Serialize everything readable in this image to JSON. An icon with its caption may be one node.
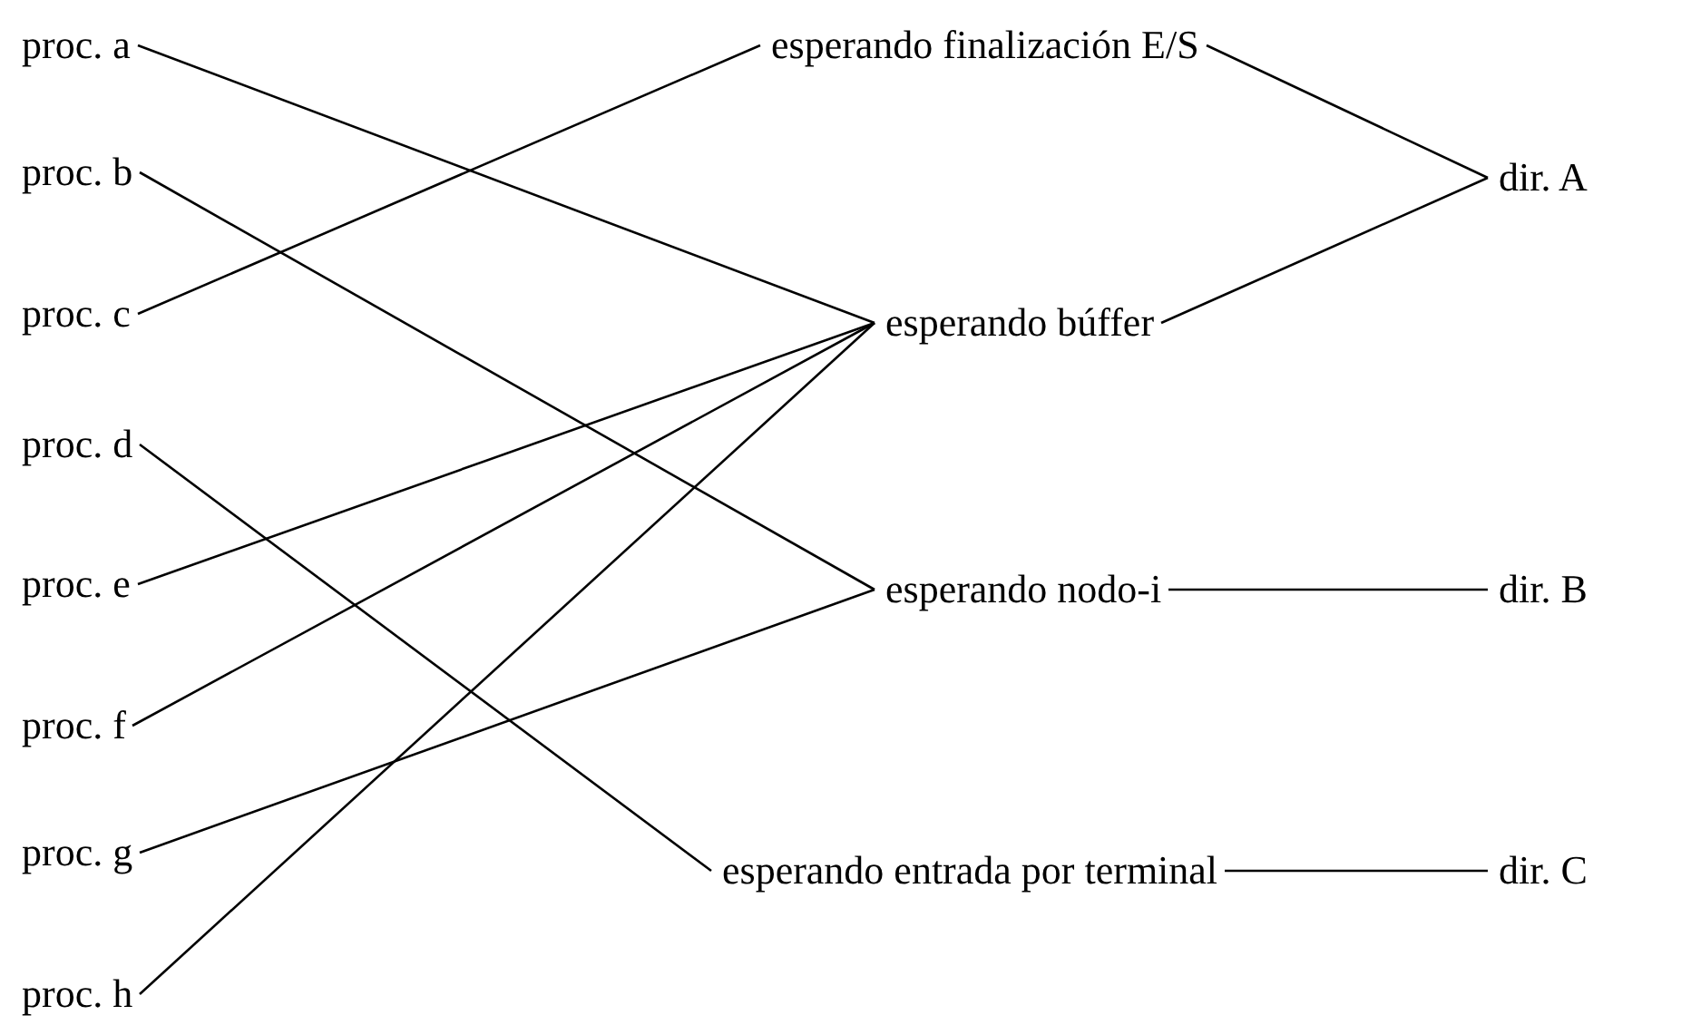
{
  "diagram": {
    "nodes": [
      {
        "text": [
          "proc. a"
        ]
      },
      {
        "text": [
          "proc. b"
        ]
      },
      {
        "text": [
          "proc. c"
        ]
      },
      {
        "text": [
          "proc. d"
        ]
      },
      {
        "text": [
          "proc. e"
        ]
      },
      {
        "text": [
          "proc. f"
        ]
      },
      {
        "text": [
          "proc. g"
        ]
      },
      {
        "text": [
          "proc. h"
        ]
      },
      {
        "text": [
          "esperando finalización E/S"
        ]
      },
      {
        "text": [
          "esperando búffer"
        ]
      },
      {
        "text": [
          "esperando nodo-i"
        ]
      },
      {
        "text": [
          "esperando entrada por terminal"
        ]
      },
      {
        "text": [
          "dir. A"
        ]
      },
      {
        "text": [
          "dir. B"
        ]
      },
      {
        "text": [
          "dir. C"
        ]
      }
    ],
    "edges": [
      {
        "from": 0,
        "to": 9,
        "arrow": "none"
      },
      {
        "from": 1,
        "to": 10,
        "arrow": "none"
      },
      {
        "from": 2,
        "to": 8,
        "arrow": "none"
      },
      {
        "from": 3,
        "to": 11,
        "arrow": "none"
      },
      {
        "from": 4,
        "to": 9,
        "arrow": "none"
      },
      {
        "from": 5,
        "to": 9,
        "arrow": "none"
      },
      {
        "from": 6,
        "to": 10,
        "arrow": "none"
      },
      {
        "from": 7,
        "to": 9,
        "arrow": "none"
      },
      {
        "from": 8,
        "to": 12,
        "arrow": "none"
      },
      {
        "from": 9,
        "to": 12,
        "arrow": "none"
      },
      {
        "from": 10,
        "to": 13,
        "arrow": "none"
      },
      {
        "from": 11,
        "to": 14,
        "arrow": "none"
      }
    ]
  }
}
